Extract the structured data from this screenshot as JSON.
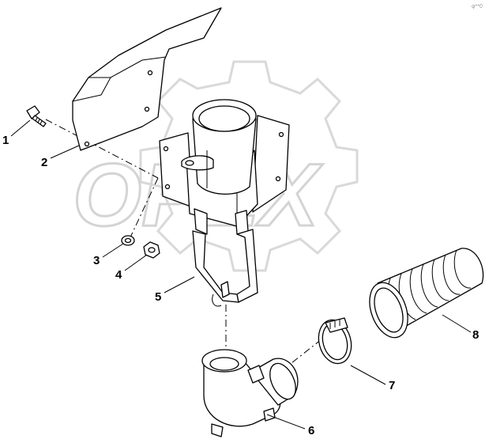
{
  "watermark": {
    "text": "OPEX"
  },
  "corner_code": "φ**0",
  "callouts": [
    {
      "id": "1",
      "label": "1"
    },
    {
      "id": "2",
      "label": "2"
    },
    {
      "id": "3",
      "label": "3"
    },
    {
      "id": "4",
      "label": "4"
    },
    {
      "id": "5",
      "label": "5"
    },
    {
      "id": "6",
      "label": "6"
    },
    {
      "id": "7",
      "label": "7"
    },
    {
      "id": "8",
      "label": "8"
    }
  ],
  "colors": {
    "line": "#000000",
    "background": "#ffffff",
    "watermark": "#d4d4d4"
  }
}
